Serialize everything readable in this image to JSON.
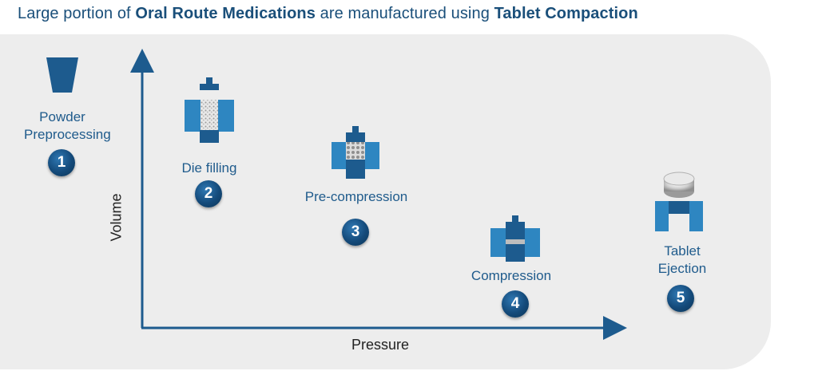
{
  "title": {
    "part1": "Large portion of ",
    "bold1": "Oral Route Medications",
    "part2": " are manufactured using ",
    "bold2": "Tablet Compaction"
  },
  "axes": {
    "y_label": "Volume",
    "x_label": "Pressure"
  },
  "steps": [
    {
      "number": "1",
      "label_line1": "Powder",
      "label_line2": "Preprocessing",
      "icon": "hopper-icon"
    },
    {
      "number": "2",
      "label": "Die filling",
      "icon": "die-filling-icon"
    },
    {
      "number": "3",
      "label": "Pre-compression",
      "icon": "pre-compression-icon"
    },
    {
      "number": "4",
      "label": "Compression",
      "icon": "compression-icon"
    },
    {
      "number": "5",
      "label_line1": "Tablet",
      "label_line2": "Ejection",
      "icon": "tablet-ejection-icon"
    }
  ],
  "colors": {
    "dark_blue": "#1d5b8e",
    "light_blue": "#2e86c1",
    "text_blue": "#1f5b8c",
    "panel": "#ededed"
  }
}
